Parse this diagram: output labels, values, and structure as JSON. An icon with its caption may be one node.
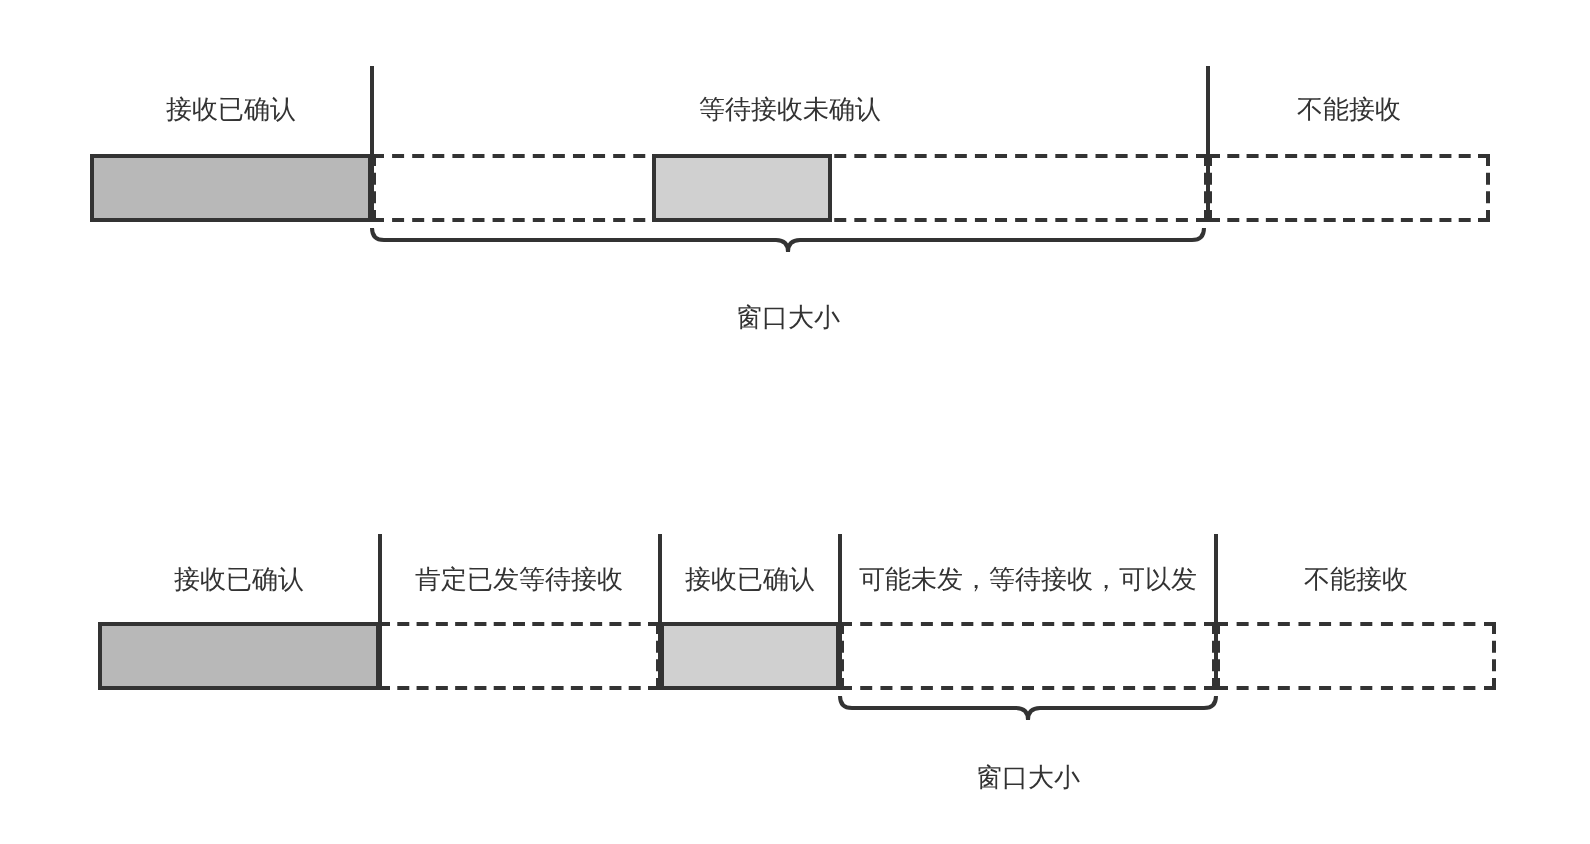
{
  "diagram": {
    "nodes": [
      {
        "text": [
          "接收已确认"
        ]
      },
      {
        "text": [
          "等待接收未确认"
        ]
      },
      {
        "text": [],
        "shape": "box",
        "in": 1
      },
      {
        "text": [
          "不能接收"
        ]
      },
      {
        "text": [
          "接收已确认"
        ]
      },
      {
        "text": [
          "肯定已发等待接收"
        ]
      },
      {
        "text": [
          "接收已确认"
        ]
      },
      {
        "text": [
          "可能未发，等待接收，可以发"
        ]
      },
      {
        "text": [
          "不能接收"
        ]
      }
    ],
    "labels": [
      "窗口大小",
      "窗口大小"
    ]
  }
}
